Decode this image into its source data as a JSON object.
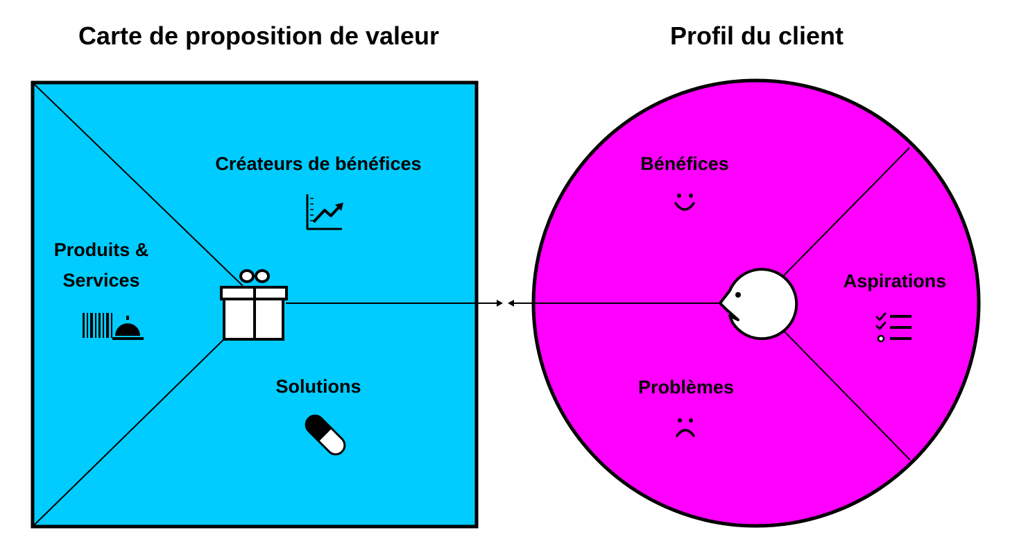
{
  "value_map": {
    "title": "Carte de proposition de valeur",
    "fill_color": "#00CCFF",
    "sections": {
      "gain_creators": {
        "label": "Créateurs de bénéfices",
        "icon": "growth-chart-icon"
      },
      "products_services": {
        "label_line1": "Produits &",
        "label_line2": "Services",
        "icon": "barcode-service-bell-icon"
      },
      "pain_relievers": {
        "label": "Solutions",
        "icon": "pill-capsule-icon"
      }
    },
    "center_icon": "gift-box-icon"
  },
  "customer_profile": {
    "title": "Profil du client",
    "fill_color": "#FF00FF",
    "sections": {
      "gains": {
        "label": "Bénéfices",
        "icon": "smiley-face-icon"
      },
      "jobs": {
        "label": "Aspirations",
        "icon": "checklist-icon"
      },
      "pains": {
        "label": "Problèmes",
        "icon": "sad-face-icon"
      }
    },
    "center_icon": "customer-head-icon"
  },
  "connector": {
    "type": "double-arrow"
  },
  "colors": {
    "outline": "#000000",
    "icon_fill": "#000000",
    "icon_background": "#FFFFFF"
  }
}
